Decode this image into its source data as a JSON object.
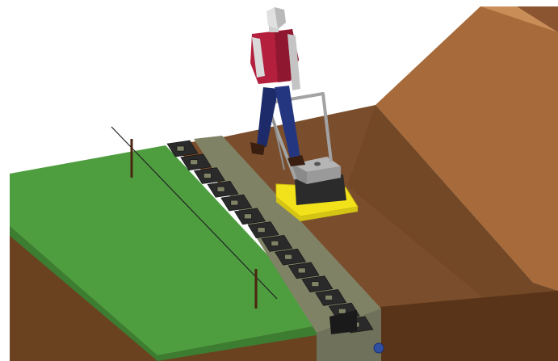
{
  "colors": {
    "background": "#ffffff",
    "grass_top": "#4e9e40",
    "grass_side": "#3c7d31",
    "soil_side_dark": "#5a3418",
    "soil_side": "#6b4220",
    "trench_floor": "#7a4e2c",
    "slope_top": "#c98d58",
    "slope_face": "#a76b3b",
    "slope_dark": "#8a5530",
    "gravel_strip": "#808266",
    "block": "#2a2a2a",
    "block_top": "#3d3d3d",
    "pipe": "#2f4fa0",
    "compactor_base": "#f2e21b",
    "compactor_engine": "#9a9a9a",
    "compactor_block": "#2b2b2b",
    "handle": "#a3a3a3",
    "worker_shirt": "#b31f3c",
    "worker_pants": "#1e2b6b",
    "worker_skin": "#d9d9d9",
    "stake": "#4a2410",
    "string_line": "#222222"
  },
  "objects": {
    "worker": "worker-figure",
    "compactor": "plate-compactor",
    "wall": "segmental-retaining-wall-blocks",
    "drain_pipe": "drain-pipe",
    "stakes": "string-line-stakes"
  }
}
